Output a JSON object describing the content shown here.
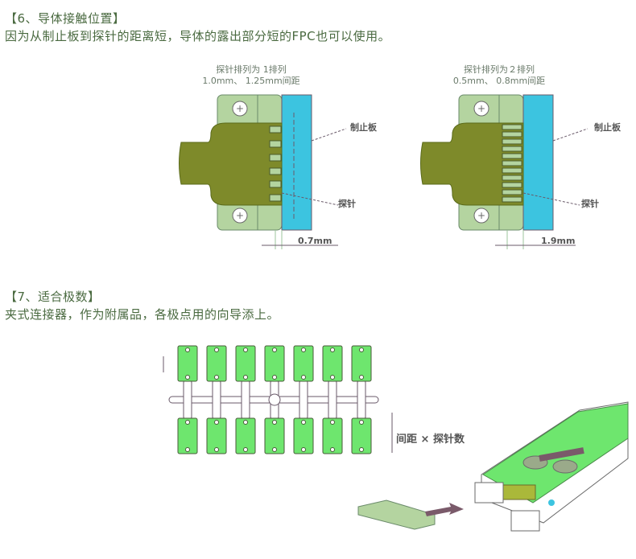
{
  "section6": {
    "heading": "【6、导体接触位置】",
    "body": "因为从制止板到探针的距离短，导体的露出部分短的FPC也可以使用。",
    "figure_left": {
      "caption_line1": "探针排列为 1排列",
      "caption_line2": "1.0mm、 1.25mm间距",
      "label_stopper": "制止板",
      "label_probe": "探针",
      "dimension": "0.7mm"
    },
    "figure_right": {
      "caption_line1": "探针排列为２排列",
      "caption_line2": "0.5mm、 0.8mm间距",
      "label_stopper": "制止板",
      "label_probe": "探针",
      "dimension": "1.9mm"
    }
  },
  "section7": {
    "heading": "【7、适合极数】",
    "body": "夹式连接器，作为附属品，各极点用的向导添上。",
    "figure": {
      "dimension_label": "间距 × 探针数",
      "module_count_per_row": 7
    }
  },
  "colors": {
    "cyan_stopper": "#3cc4e0",
    "olive_fpc": "#7e8a2a",
    "light_body": "#b4d4a0",
    "bright_green": "#6ee66e",
    "outline": "#6a5a6a",
    "text": "#4a6a40"
  }
}
